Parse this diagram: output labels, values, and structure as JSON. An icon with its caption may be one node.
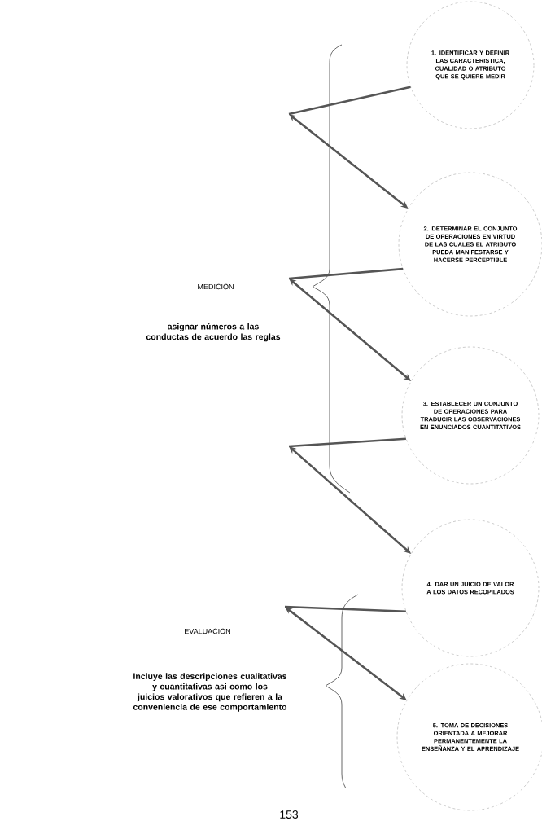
{
  "diagram": {
    "nodes": [
      {
        "text": [
          "1. IDENTIFICAR Y DEFINIR LAS CARACTERISTICA, CUALIDAD O ATRIBUTO QUE SE QUIERE MEDIR"
        ]
      },
      {
        "text": [
          "2. DETERMINAR EL CONJUNTO DE OPERACIONES EN VIRTUD DE LAS CUALES EL ATRIBUTO PUEDA MANIFESTARSE Y HACERSE PERCEPTIBLE"
        ]
      },
      {
        "text": [
          "3. ESTABLECER UN CONJUNTO DE OPERACIONES PARA TRADUCIR LAS OBSERVACIONES EN ENUNCIADOS CUANTITATIVOS"
        ]
      },
      {
        "text": [
          "4. DAR UN JUICIO DE VALOR A LOS DATOS RECOPILADOS"
        ]
      },
      {
        "text": [
          "5. TOMA DE DECISIONES ORIENTADA A MEJORAR PERMANENTEMENTE LA ENSEÑANZA Y EL APRENDIZAJE"
        ]
      }
    ],
    "edges": [
      {
        "from": 0,
        "to": 1,
        "arrow": "to"
      },
      {
        "from": 1,
        "to": 2,
        "arrow": "to"
      },
      {
        "from": 2,
        "to": 3,
        "arrow": "to"
      },
      {
        "from": 3,
        "to": 4,
        "arrow": "to"
      }
    ],
    "labels": [
      "MEDICION",
      "asignar números a las conductas de acuerdo las reglas",
      "EVALUACION",
      "Incluye las descripciones cualitativas y cuantitativas asi como los juicios valorativos que refieren a la conveniencia de ese comportamiento",
      "153"
    ]
  }
}
